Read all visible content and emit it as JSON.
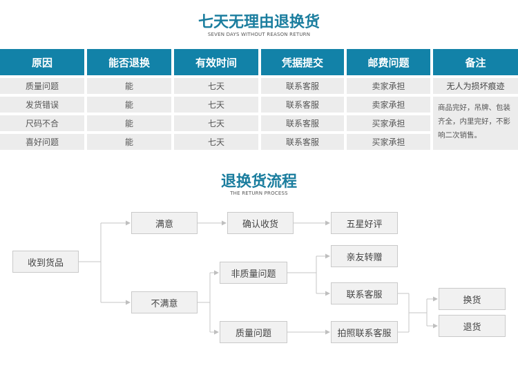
{
  "section1": {
    "title": "七天无理由退换货",
    "subtitle": "SEVEN DAYS WITHOUT REASON RETURN"
  },
  "table": {
    "headers": [
      "原因",
      "能否退换",
      "有效时间",
      "凭据提交",
      "邮费问题",
      "备注"
    ],
    "rows": [
      [
        "质量问题",
        "能",
        "七天",
        "联系客服",
        "卖家承担"
      ],
      [
        "发货错误",
        "能",
        "七天",
        "联系客服",
        "卖家承担"
      ],
      [
        "尺码不合",
        "能",
        "七天",
        "联系客服",
        "买家承担"
      ],
      [
        "喜好问题",
        "能",
        "七天",
        "联系客服",
        "买家承担"
      ]
    ],
    "note_quality": "无人为损坏痕迹",
    "note_other_lines": [
      "商品完好，吊牌、包装",
      "齐全，内里完好，不影",
      "响二次销售。"
    ]
  },
  "section2": {
    "title": "退换货流程",
    "subtitle": "THE RETURN PROCESS"
  },
  "flow": {
    "receive": "收到货品",
    "satisfied": "满意",
    "confirm_receipt": "确认收货",
    "five_star": "五星好评",
    "not_satisfied": "不满意",
    "non_quality": "非质量问题",
    "quality": "质量问题",
    "gift_friend": "亲友转赠",
    "contact_service": "联系客服",
    "photo_contact": "拍照联系客服",
    "exchange": "换货",
    "refund": "退货"
  }
}
